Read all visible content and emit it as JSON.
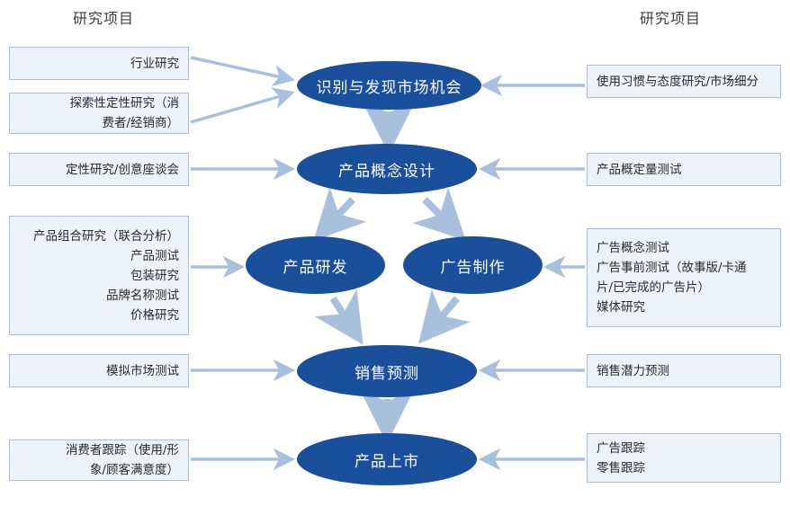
{
  "headers": {
    "left": "研究项目",
    "right": "研究项目"
  },
  "colors": {
    "oval_fill": "#1a4f9c",
    "oval_text": "#ffffff",
    "box_fill": "#edf2f9",
    "box_border": "#a9c0dc",
    "arrow": "#a9c0dc",
    "background": "#ffffff"
  },
  "process": {
    "identify": "识别与发现市场机会",
    "concept": "产品概念设计",
    "rnd": "产品研发",
    "advertising": "广告制作",
    "forecast": "销售预测",
    "launch": "产品上市"
  },
  "left_boxes": [
    {
      "id": "industry",
      "lines": [
        "行业研究"
      ]
    },
    {
      "id": "exploratory",
      "lines": [
        "探索性定性研究（消",
        "费者/经销商）"
      ]
    },
    {
      "id": "qualitative",
      "lines": [
        "定性研究/创意座谈会"
      ]
    },
    {
      "id": "product_bundle",
      "lines": [
        "产品组合研究（联合分析）",
        "产品测试",
        "包装研究",
        "品牌名称测试",
        "价格研究"
      ]
    },
    {
      "id": "simulated",
      "lines": [
        "模拟市场测试"
      ]
    },
    {
      "id": "consumer_track",
      "lines": [
        "消费者跟踪（使用/形",
        "象/顾客满意度）"
      ]
    }
  ],
  "right_boxes": [
    {
      "id": "usage_attitude",
      "lines": [
        "使用习惯与态度研究/市场细分"
      ]
    },
    {
      "id": "concept_quant",
      "lines": [
        "产品概定量测试"
      ]
    },
    {
      "id": "ad_tests",
      "lines": [
        "广告概念测试",
        "广告事前测试（故事版/卡通",
        "片/已完成的广告片）",
        "媒体研究"
      ]
    },
    {
      "id": "sales_potential",
      "lines": [
        "销售潜力预测"
      ]
    },
    {
      "id": "tracking",
      "lines": [
        "广告跟踪",
        "零售跟踪"
      ]
    }
  ],
  "arrows": {
    "count": 15,
    "description": "light blue connector arrows linking research boxes to process ovals and ovals to each other"
  }
}
